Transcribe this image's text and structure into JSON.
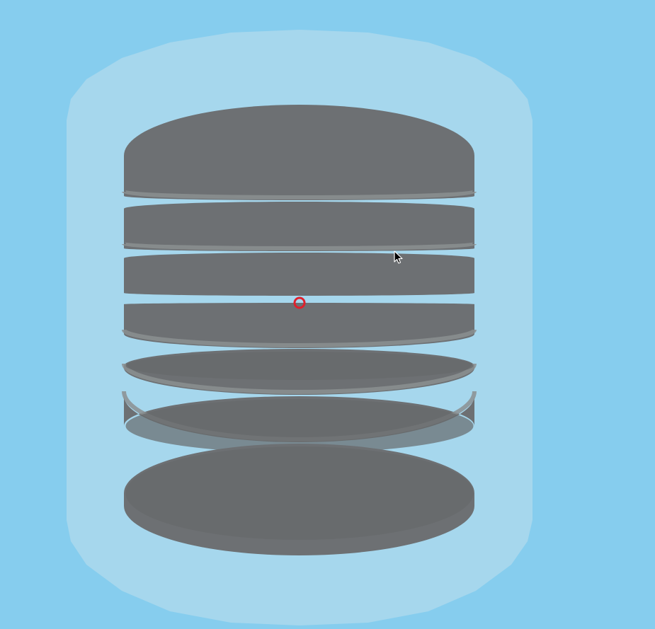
{
  "scene": {
    "view": "3D viewport",
    "background_color": "#86cdee",
    "outer_shell_color": "#a6d7ed",
    "disc_color": "#6d7073",
    "disc_rim_color": "#8b8f91",
    "disc_count": 7,
    "gap_after_disc": 3,
    "crosshair_color": "#e0202c",
    "cursor_icon": "arrow-pointer"
  }
}
